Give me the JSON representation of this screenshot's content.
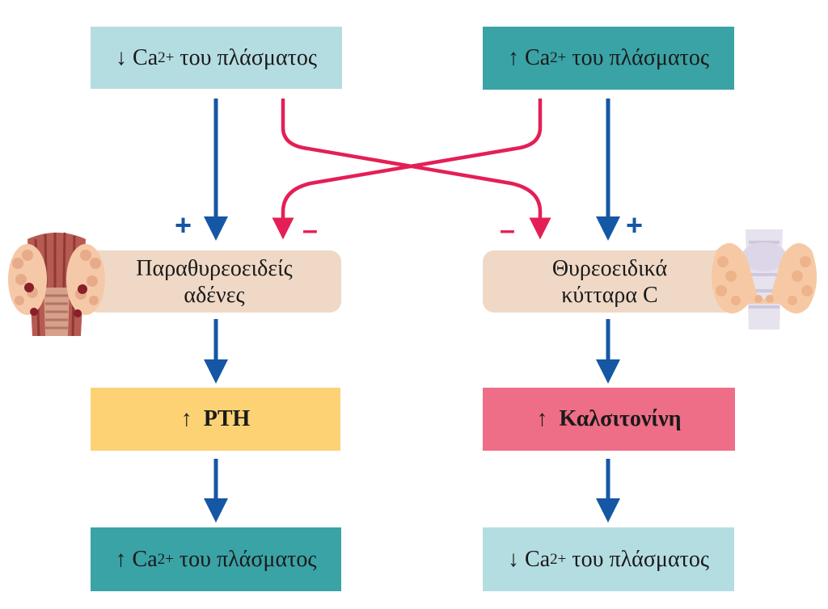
{
  "colors": {
    "low_ca_box": "#b4dde2",
    "high_ca_box": "#3aa3a6",
    "gland_box": "#efd9c6",
    "pth_box": "#fcd275",
    "calcitonin_box": "#ef6e87",
    "stimulate_arrow": "#1557a4",
    "inhibit_arrow": "#e41f55"
  },
  "icons": [
    "parathyroid-gland-illustration",
    "thyroid-gland-illustration"
  ],
  "left": {
    "top_box": {
      "arrow": "↓",
      "ion": "Ca",
      "charge": "2+",
      "rest": " του πλάσματος"
    },
    "plus": "+",
    "minus": "–",
    "gland_box": {
      "line1": "Παραθυρεοειδείς",
      "line2": "αδένες"
    },
    "hormone_box": {
      "arrow": "↑",
      "label": "PTH"
    },
    "bottom_box": {
      "arrow": "↑",
      "ion": "Ca",
      "charge": "2+",
      "rest": " του πλάσματος"
    }
  },
  "right": {
    "top_box": {
      "arrow": "↑",
      "ion": "Ca",
      "charge": "2+",
      "rest": " του πλάσματος"
    },
    "plus": "+",
    "minus": "–",
    "gland_box": {
      "line1": "Θυρεοειδικά",
      "line2": "κύτταρα C"
    },
    "hormone_box": {
      "arrow": "↑",
      "label": "Καλσιτονίνη"
    },
    "bottom_box": {
      "arrow": "↓",
      "ion": "Ca",
      "charge": "2+",
      "rest": " του πλάσματος"
    }
  }
}
